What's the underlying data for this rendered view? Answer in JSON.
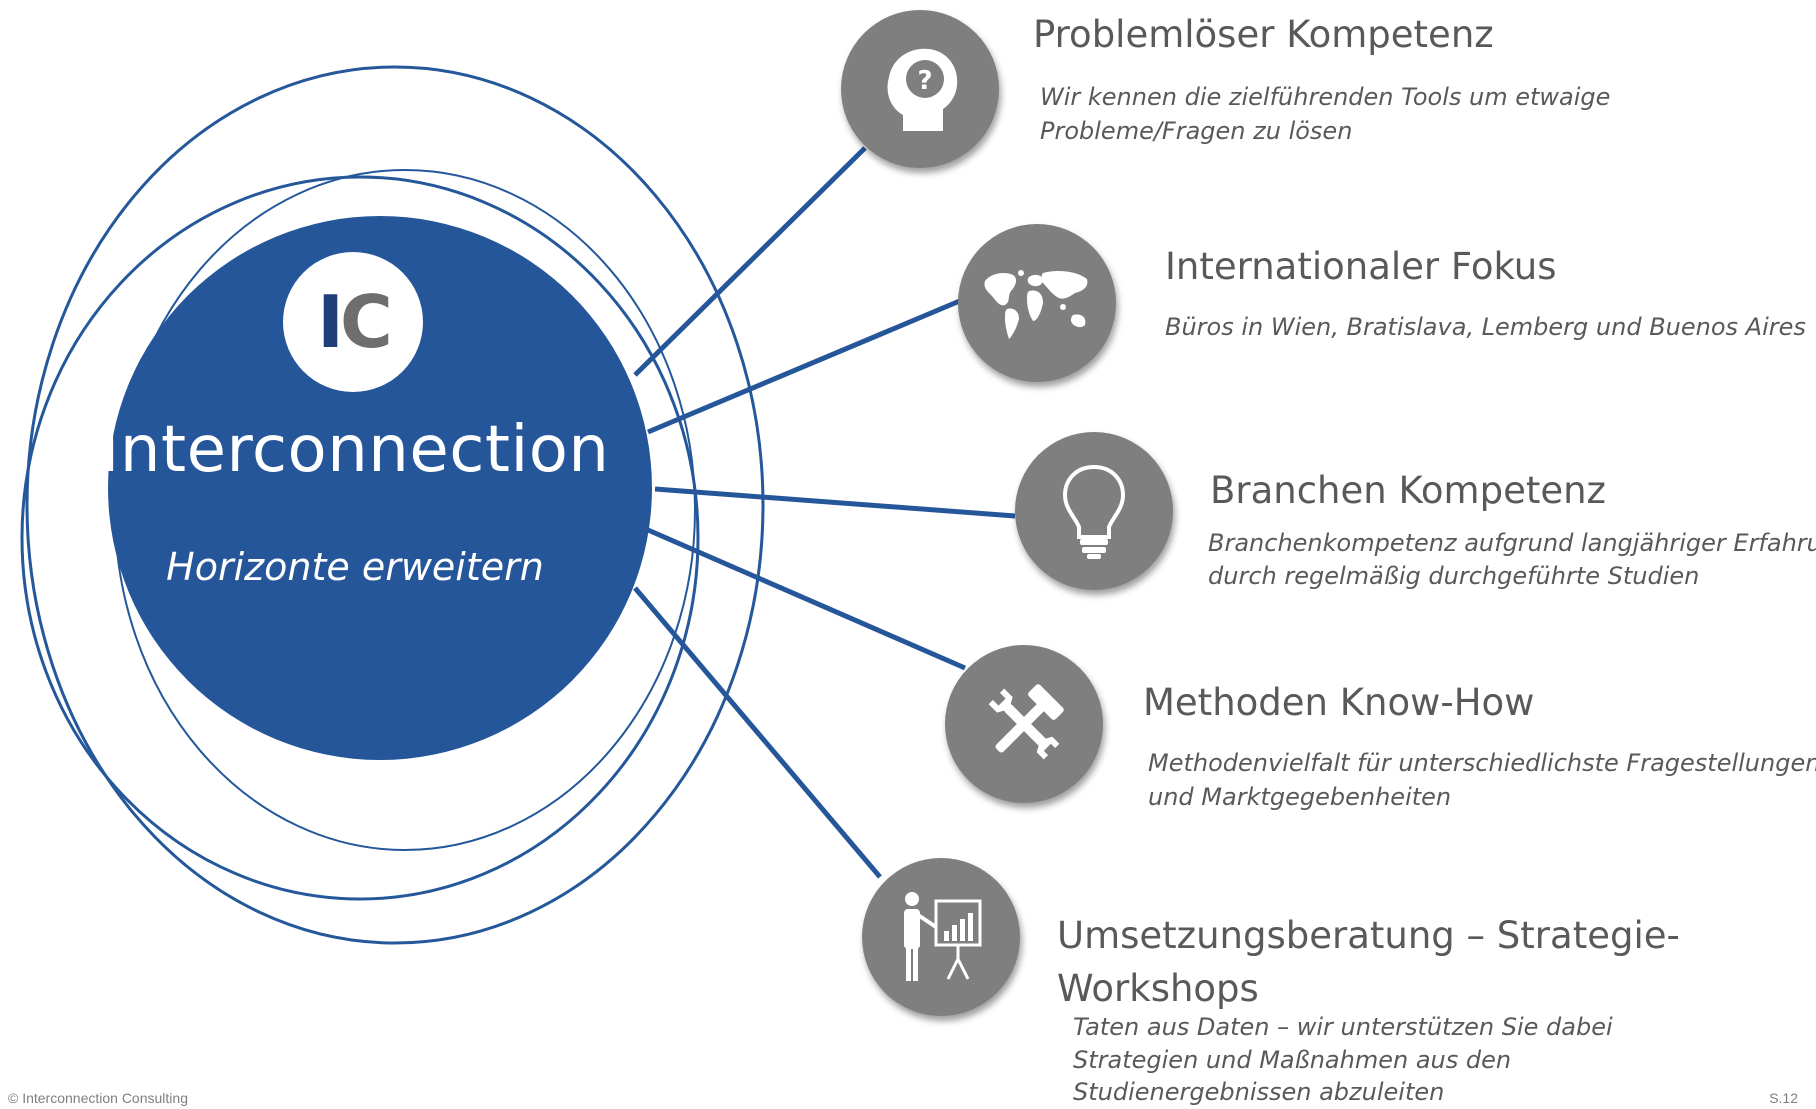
{
  "colors": {
    "hub_blue": "#25569a",
    "ring_blue": "#24589a",
    "node_gray": "#7f7f7f",
    "text_gray": "#595959",
    "logo_dark_blue": "#1f3f78"
  },
  "hub": {
    "logo_letters": [
      "I",
      "C"
    ],
    "title": "Interconnection",
    "subtitle": "Horizonte erweitern"
  },
  "nodes": [
    {
      "icon": "head-question-icon",
      "title": "Problemlöser Kompetenz",
      "description": [
        "Wir kennen die zielführenden Tools um etwaige",
        "Probleme/Fragen zu lösen"
      ]
    },
    {
      "icon": "world-map-icon",
      "title": "Internationaler Fokus",
      "description": [
        "Büros in Wien, Bratislava, Lemberg und Buenos Aires"
      ]
    },
    {
      "icon": "light-bulb-icon",
      "title": "Branchen Kompetenz",
      "description": [
        "Branchenkompetenz aufgrund langjähriger Erfahrung",
        "durch regelmäßig durchgeführte Studien"
      ]
    },
    {
      "icon": "tools-icon",
      "title": "Methoden Know-How",
      "description": [
        "Methodenvielfalt für unterschiedlichste Fragestellungen",
        "und Marktgegebenheiten"
      ]
    },
    {
      "icon": "presentation-icon",
      "title": [
        "Umsetzungsberatung – Strategie-",
        "Workshops"
      ],
      "description": [
        "Taten aus Daten – wir unterstützen Sie dabei",
        "Strategien und Maßnahmen aus den",
        "Studienergebnissen abzuleiten"
      ]
    }
  ],
  "footer": {
    "left": "© Interconnection Consulting",
    "right": "S.12"
  }
}
